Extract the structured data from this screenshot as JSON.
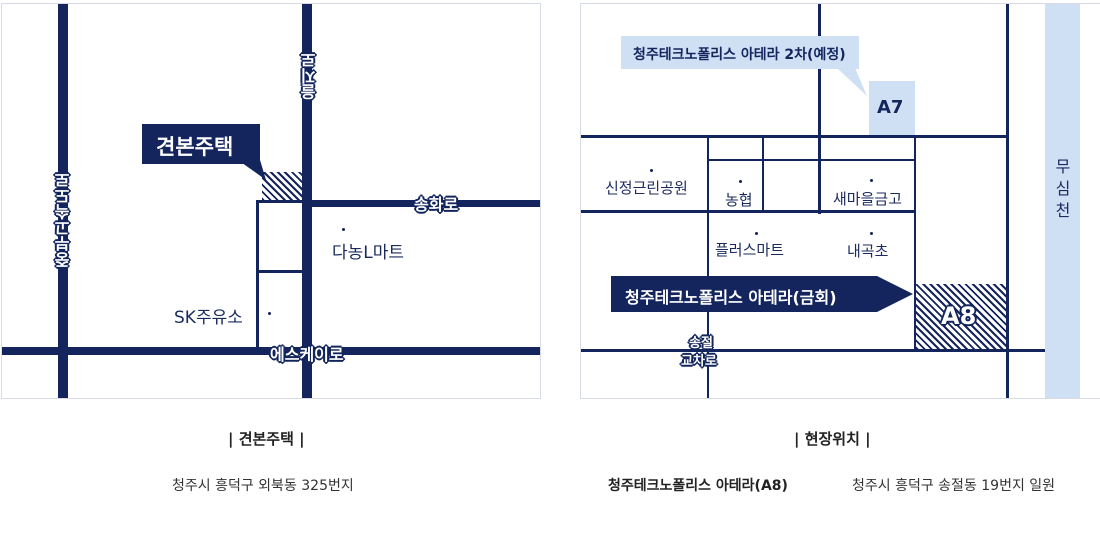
{
  "left_map": {
    "building_label": "견본주택",
    "roads": {
      "eulji": "을지로",
      "songhwa": "송화로",
      "jungbu": "중부고속도로",
      "eseukei": "에스케이로"
    },
    "places": {
      "danong": "다농L마트",
      "sk": "SK주유소"
    }
  },
  "right_map": {
    "a7_callout": "청주테크노폴리스 아테라 2차(예정)",
    "a7_label": "A7",
    "a8_label": "A8",
    "site_callout": "청주테크노폴리스 아테라(금회)",
    "stream": "무심천",
    "places": {
      "singjeong": "신정근린공원",
      "nonghyup": "농협",
      "saemaeul": "새마을금고",
      "plus": "플러스마트",
      "naegok": "내곡초"
    },
    "roads": {
      "songjeol_1": "송절",
      "songjeol_2": "교차로"
    }
  },
  "captions": {
    "left_title": "견본주택",
    "left_address": "청주시 흥덕구 외북동 325번지",
    "right_title": "현장위치",
    "right_name": "청주테크노폴리스 아테라(A8)",
    "right_address": "청주시 흥덕구 송절동 19번지 일원"
  },
  "colors": {
    "road": "#13255c",
    "stream": "#cfe0f5",
    "callout_light": "#cfe0f5"
  }
}
